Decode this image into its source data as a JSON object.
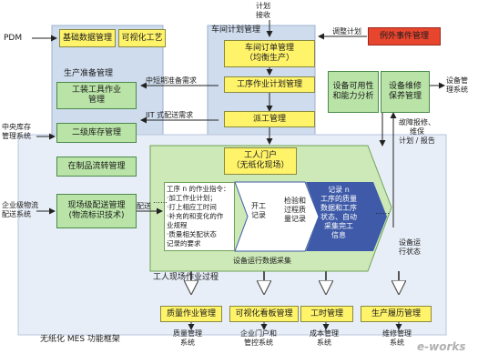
{
  "title": "无纸化 MES 功能框架",
  "watermark": "e-works",
  "inputs": {
    "pdm": "PDM",
    "plan_receive": "计划\n接收",
    "mid_library": "中央库存\n管理系统",
    "enterprise_material": "企业级物流\n配送系统"
  },
  "top_boxes": {
    "basic_data": "基础数据管理",
    "visual_process": "可视化工艺",
    "exception_mgmt": "例外事件管理",
    "schedule_plan": "调整计划"
  },
  "workshop": {
    "title": "车间计划管理",
    "order_mgmt": "车间订单管理\n（均衡生产）",
    "process_plan": "工序作业计划管理",
    "dispatch": "派工管理"
  },
  "production_prep": {
    "title": "生产准备管理",
    "tooling": "工装工具作业\n管理",
    "secondary_stock": "二级库存管理",
    "wip": "在制品流转管理",
    "onsite_delivery": "现场级配送管理\n(物流标识技术)"
  },
  "flows": {
    "mid_long_demand": "中短期准备需求",
    "jit_delivery": "JIT 式配送需求",
    "delivery": "配送",
    "failure_report": "故障报修、\n维保\n计划 / 报告",
    "equipment_status": "设备运\n行状态",
    "equip_mgmt_system": "设备管\n理系统"
  },
  "equipment": {
    "reliability": "设备可用性\n和能力分析",
    "maintenance": "设备维修\n保养管理"
  },
  "portal": {
    "title": "工人门户\n（无纸化现场）",
    "tasks": "工序 n 的作业指令：\n·加工作业计划；\n·打上相应工时间\n·补充的和变化的作\n  业规程\n·质量相关配状态\n  记录的要求",
    "start_record": "开工\n记录",
    "quality_check": "检验和\n过程质\n量记录",
    "process_record": "记录 n\n工序的质量\n数据和工序\n状态、自动\n采集完工\n信息",
    "equipment_data": "设备运行数据采集",
    "process_label": "工人现场作业过程",
    "dots_left": "……",
    "dots_right": "……"
  },
  "bottom": {
    "quality": "质量作业管理",
    "visual_board": "可视化看板管理",
    "hours": "工时管理",
    "history": "生产履历管理",
    "quality_sys": "质量管理\n系统",
    "enterprise_sys": "企业门户和\n管控系统",
    "cost_sys": "成本管理\n系统",
    "maintenance_sys": "维修管理\n系统"
  },
  "colors": {
    "yellow": "#fff36a",
    "green": "#b9e3a7",
    "red": "#e8452f",
    "region_blue": "#cfdcee",
    "portal_green": "#cde9b8",
    "arrow_blue": "#3e5aa8"
  }
}
